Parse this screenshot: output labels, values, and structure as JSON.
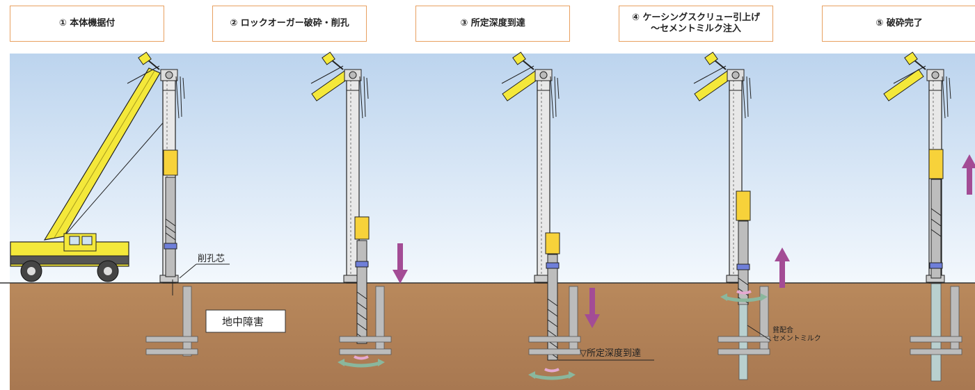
{
  "steps": [
    {
      "label": "① 本体機据付"
    },
    {
      "label": "② ロックオーガー破砕・削孔"
    },
    {
      "label": "③ 所定深度到達"
    },
    {
      "label": "④ ケーシングスクリュー引上げ\n～セメントミルク注入"
    },
    {
      "label": "⑤ 破砕完了"
    }
  ],
  "labels": {
    "core": "削孔芯",
    "obstacle": "地中障害",
    "depth": "▽所定深度到達",
    "milk_line1": "貧配合",
    "milk_line2": "セメントミルク"
  },
  "colors": {
    "step_border": "#e8a060",
    "sky_top": "#bcd4ee",
    "sky_bottom": "#f3f8fd",
    "ground": "#b07f52",
    "arrow": "#a34c95",
    "crane": "#f4e83a",
    "hammer": "#f7d23a"
  }
}
